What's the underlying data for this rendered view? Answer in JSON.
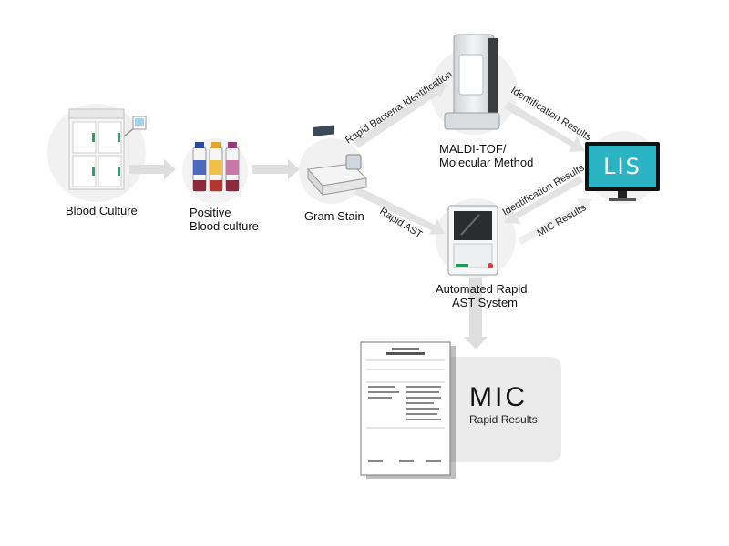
{
  "nodes": {
    "blood_culture": "Blood Culture",
    "positive_culture_line1": "Positive",
    "positive_culture_line2": "Blood culture",
    "gram_stain": "Gram Stain",
    "maldi_line1": "MALDI-TOF/",
    "maldi_line2": "Molecular Method",
    "ast_line1": "Automated Rapid",
    "ast_line2": "AST System",
    "lis": "LIS"
  },
  "edges": {
    "rapid_bacteria_identification": "Rapid Bacteria Identification",
    "rapid_ast": "Rapid AST",
    "identification_results_top": "Identification Results",
    "identification_results_bottom": "Identification Results",
    "mic_results": "MIC Results"
  },
  "result_panel": {
    "title": "MIC",
    "subtitle": "Rapid Results"
  },
  "colors": {
    "arrow": "#e6e6e6",
    "lis_screen": "#2bb5c4",
    "panel": "#ebebeb",
    "ast_accent": "#1f9a57"
  }
}
